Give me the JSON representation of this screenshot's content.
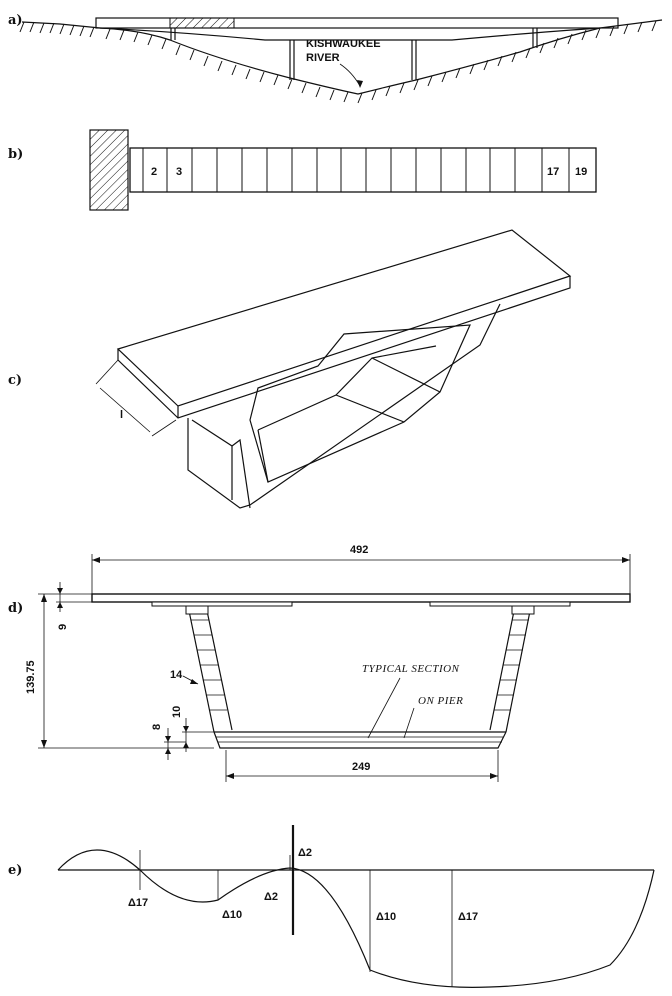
{
  "panel_labels": {
    "a": "a)",
    "b": "b)",
    "c": "c)",
    "d": "d)",
    "e": "e)"
  },
  "elevation": {
    "river_label_line1": "KISHWAUKEE",
    "river_label_line2": "RIVER"
  },
  "segments": {
    "labels": [
      "2",
      "3",
      "17",
      "19"
    ]
  },
  "isometric": {
    "dim_label": "l"
  },
  "section": {
    "width_top": "492",
    "width_bottom": "249",
    "depth": "139.75",
    "slab": "9",
    "web": "14",
    "bottom_slab": "10",
    "bottom_step": "8",
    "note_line1": "TYPICAL SECTION",
    "note_line2": "ON PIER"
  },
  "deflection": {
    "labels": [
      "Δ17",
      "Δ10",
      "Δ2",
      "Δ2",
      "Δ10",
      "Δ17"
    ]
  }
}
